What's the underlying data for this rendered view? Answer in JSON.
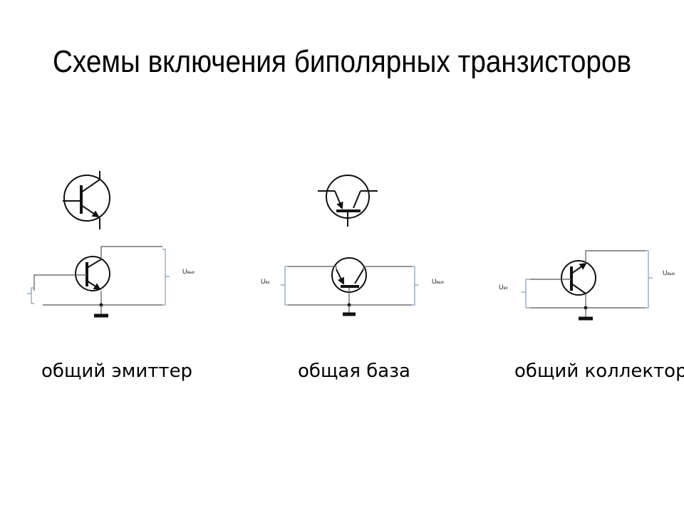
{
  "slide": {
    "title": "Схемы включения биполярных транзисторов"
  },
  "circuits": [
    {
      "caption": "общий эмиттер",
      "u_out": {
        "base": "U",
        "sub": "вых"
      }
    },
    {
      "caption": "общая база",
      "u_in": {
        "base": "U",
        "sub": "вх"
      },
      "u_out": {
        "base": "U",
        "sub": "вых"
      }
    },
    {
      "caption": "общий коллектор",
      "u_in": {
        "base": "U",
        "sub": "вх"
      },
      "u_out": {
        "base": "U",
        "sub": "вых"
      }
    }
  ]
}
